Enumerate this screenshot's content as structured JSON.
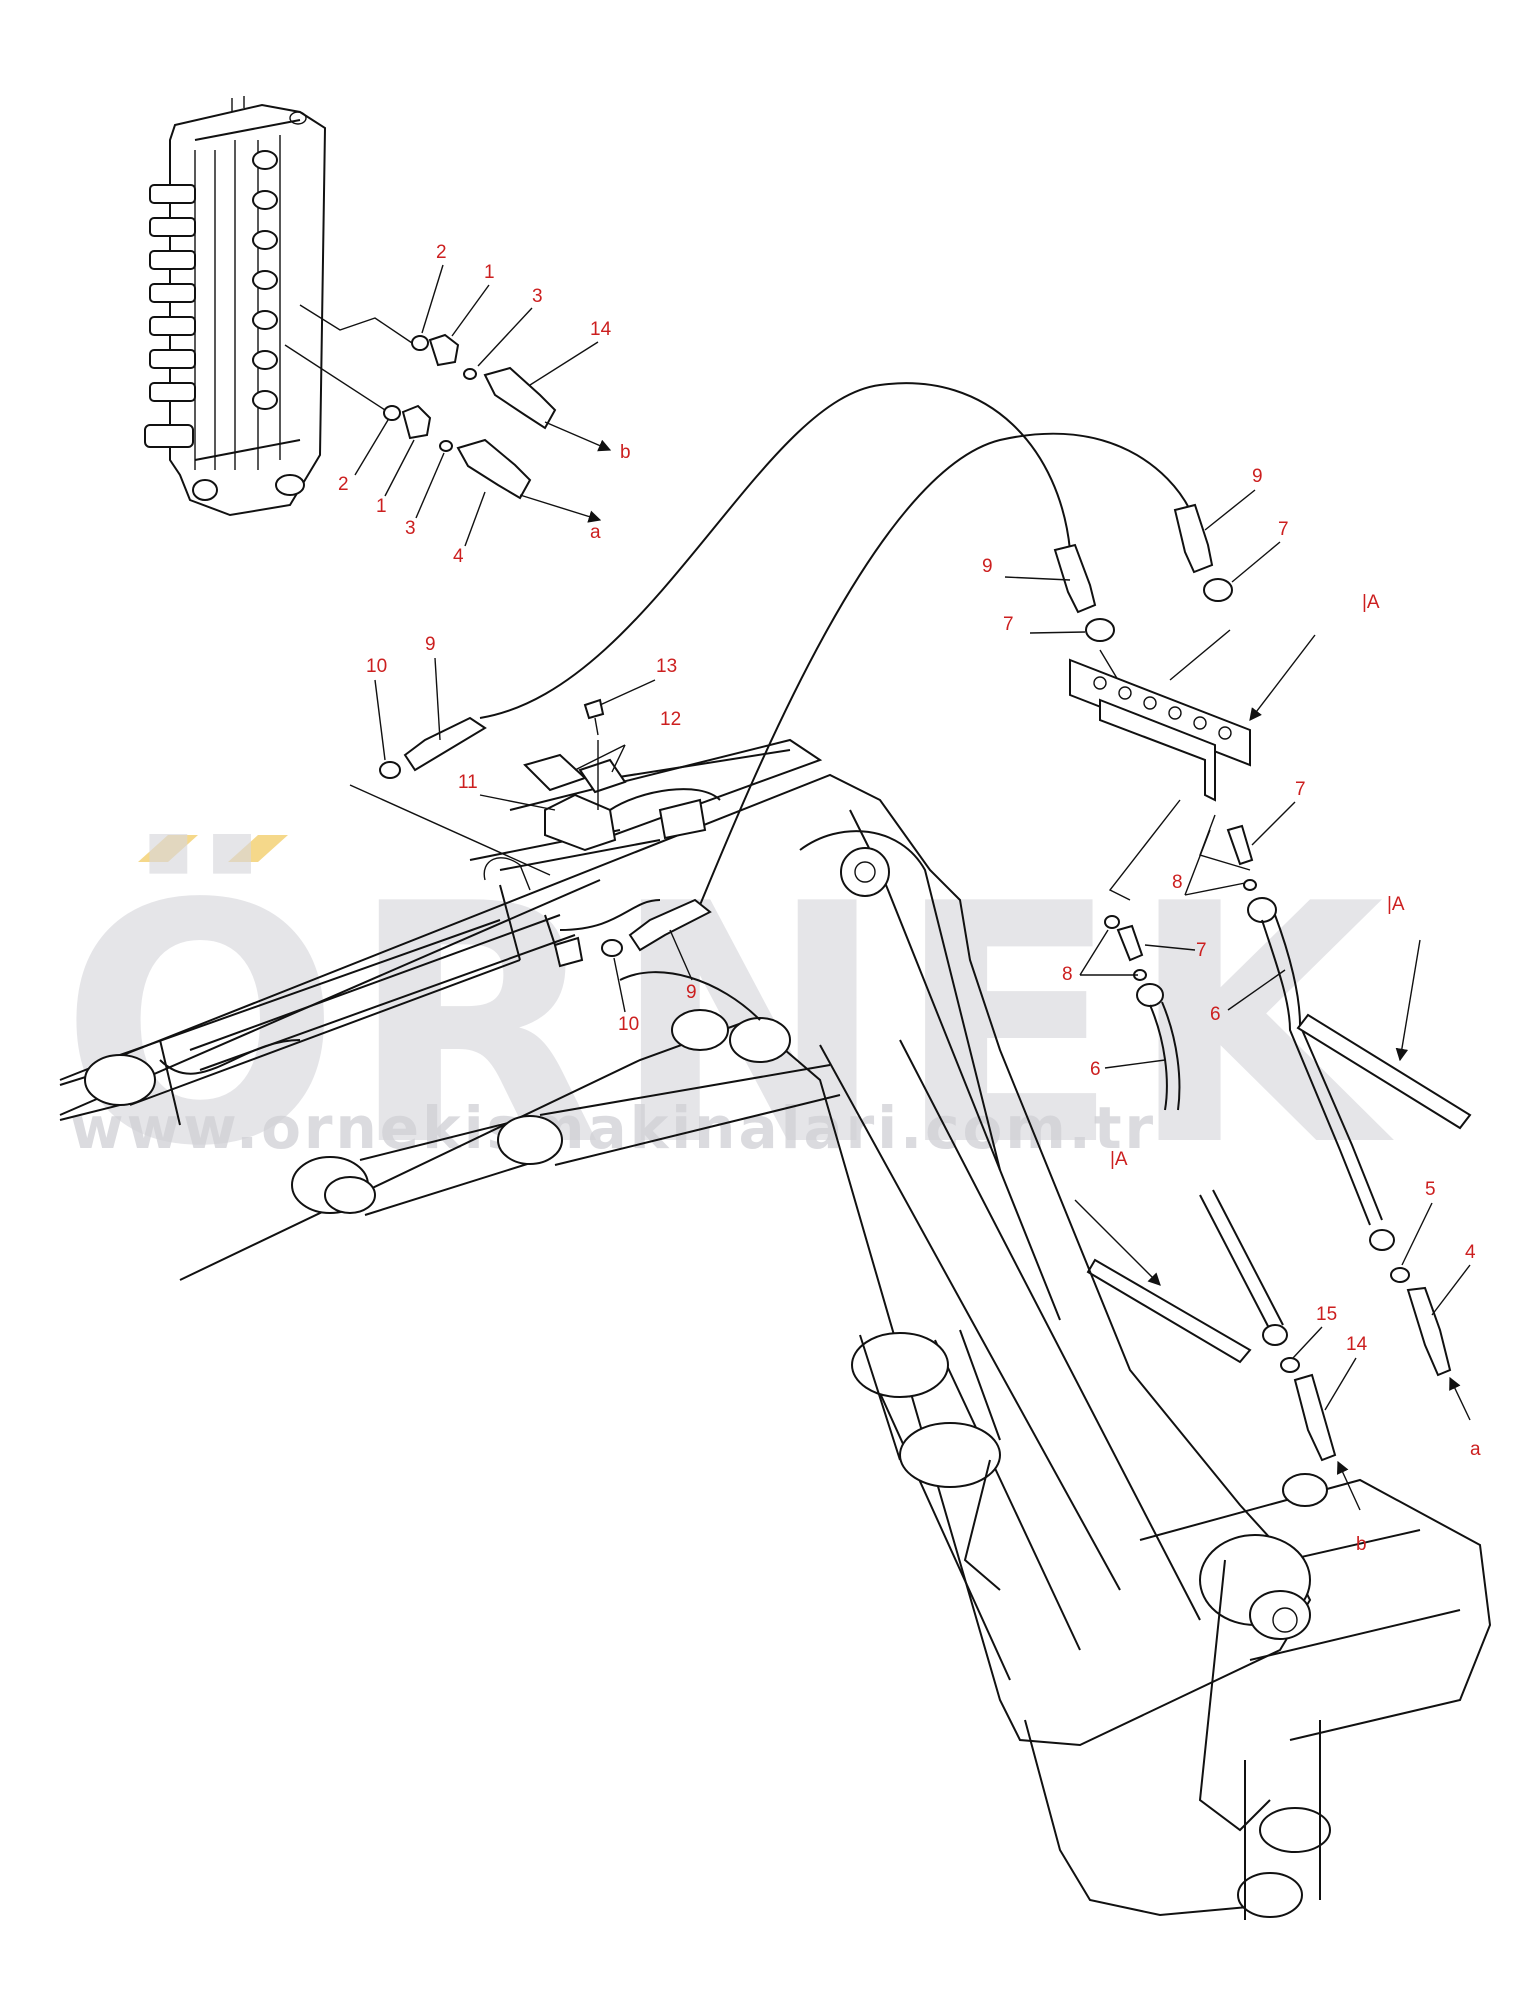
{
  "watermark": {
    "brand": "ÖRNEK",
    "url": "www.ornekismakinalari.com.tr",
    "accent_color": "#f5d88a",
    "text_color": "#d7d7dc"
  },
  "callouts": {
    "c2_top": "2",
    "c1_top": "1",
    "c3_top": "3",
    "c14_top": "14",
    "arrow_b_top": "b",
    "c2_bot": "2",
    "c1_bot": "1",
    "c3_bot": "3",
    "c4_top": "4",
    "arrow_a_top": "a",
    "c10_left": "10",
    "c9_left": "9",
    "c13": "13",
    "c12": "12",
    "c11": "11",
    "c9_mid": "9",
    "c10_mid": "10",
    "c9_a": "9",
    "c7_a": "7",
    "c9_b": "9",
    "c7_b": "7",
    "ref_A1": "|A",
    "c7_c": "7",
    "c8_a": "8",
    "c7_d": "7",
    "c8_b": "8",
    "c6_a": "6",
    "c6_b": "6",
    "ref_A2": "|A",
    "ref_A3": "|A",
    "c5": "5",
    "c4_bot": "4",
    "arrow_a_bot": "a",
    "c15": "15",
    "c14_bot": "14",
    "arrow_b_bot": "b"
  }
}
